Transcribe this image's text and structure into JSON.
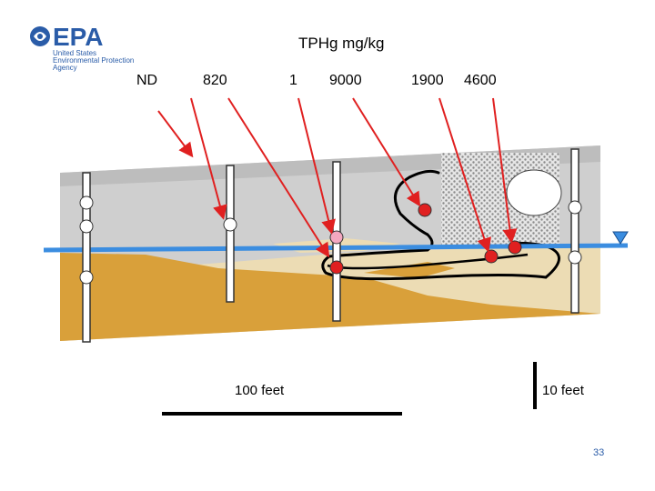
{
  "logo": {
    "name": "EPA",
    "line1": "United States",
    "line2": "Environmental Protection",
    "line3": "Agency",
    "color": "#2a5ca8"
  },
  "title": "TPHg mg/kg",
  "concentrations": [
    "ND",
    "820",
    "1",
    "9000",
    "1900",
    "4600"
  ],
  "scale": {
    "horizontal": "100 feet",
    "vertical": "10 feet"
  },
  "page_number": "33",
  "colors": {
    "arrow": "#e02020",
    "water_table": "#3b8de0",
    "ground": "#cfcfcf",
    "sand_dark": "#d9a03a",
    "sand_light": "#ecdcb4",
    "sample_detect": "#e02020",
    "sample_low": "#f4a7c0",
    "sample_nd": "#ffffff"
  }
}
